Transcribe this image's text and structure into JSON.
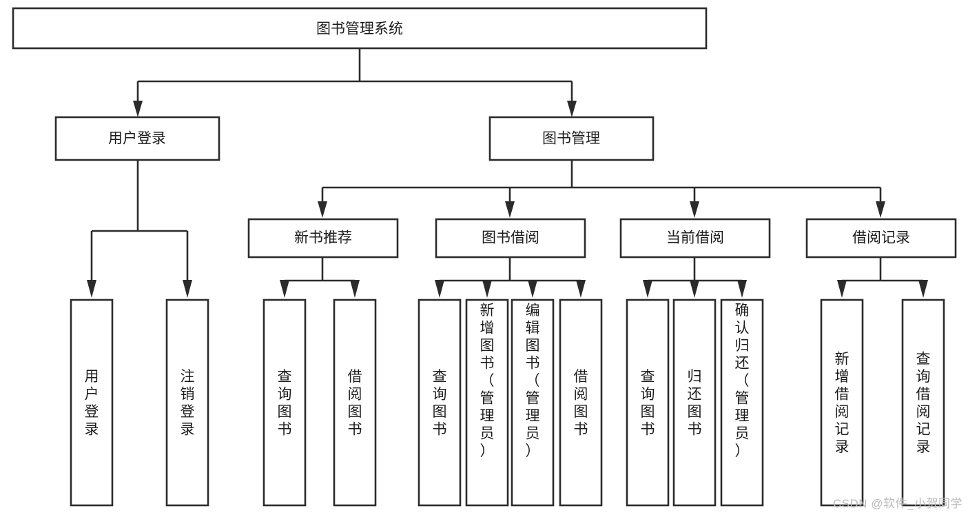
{
  "diagram": {
    "title": "图书管理系统",
    "type": "tree",
    "watermark": "CSDN @软件_小贺同学",
    "colors": {
      "stroke": "#2b2b2b",
      "fill": "#ffffff",
      "text": "#1c1c1c",
      "watermark": "#b9b9b9"
    },
    "root": {
      "label": "图书管理系统",
      "orientation": "horizontal"
    },
    "level2": [
      {
        "label": "用户登录",
        "orientation": "horizontal"
      },
      {
        "label": "图书管理",
        "orientation": "horizontal"
      }
    ],
    "level3": [
      {
        "label": "新书推荐",
        "orientation": "horizontal"
      },
      {
        "label": "图书借阅",
        "orientation": "horizontal"
      },
      {
        "label": "当前借阅",
        "orientation": "horizontal"
      },
      {
        "label": "借阅记录",
        "orientation": "horizontal"
      }
    ],
    "leaves": {
      "user_login": [
        {
          "label": "用户登录",
          "orientation": "vertical"
        },
        {
          "label": "注销登录",
          "orientation": "vertical"
        }
      ],
      "new_book_recommend": [
        {
          "label": "查询图书",
          "orientation": "vertical"
        },
        {
          "label": "借阅图书",
          "orientation": "vertical"
        }
      ],
      "book_borrow": [
        {
          "label": "查询图书",
          "orientation": "vertical"
        },
        {
          "label": "新增图书（管理员）",
          "orientation": "vertical"
        },
        {
          "label": "编辑图书（管理员）",
          "orientation": "vertical"
        },
        {
          "label": "借阅图书",
          "orientation": "vertical"
        }
      ],
      "current_borrow": [
        {
          "label": "查询图书",
          "orientation": "vertical"
        },
        {
          "label": "归还图书",
          "orientation": "vertical"
        },
        {
          "label": "确认归还（管理员）",
          "orientation": "vertical"
        }
      ],
      "borrow_record": [
        {
          "label": "新增借阅记录",
          "orientation": "vertical"
        },
        {
          "label": "查询借阅记录",
          "orientation": "vertical"
        }
      ]
    }
  }
}
